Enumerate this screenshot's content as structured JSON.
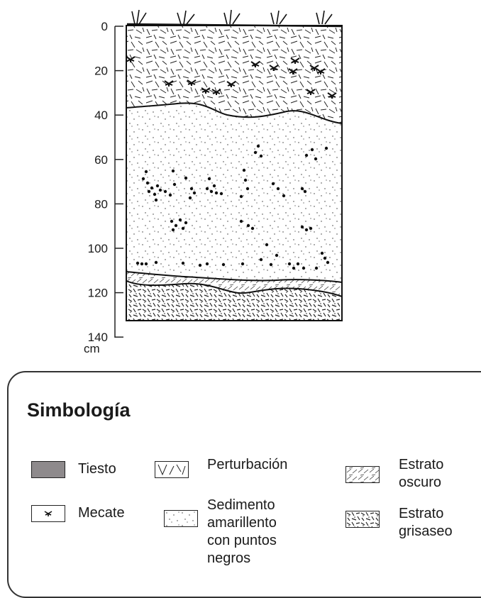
{
  "axis": {
    "ticks": [
      "0",
      "20",
      "40",
      "60",
      "80",
      "100",
      "120",
      "140"
    ],
    "unit": "cm"
  },
  "legend": {
    "title": "Simbología",
    "items": [
      {
        "key": "tiesto",
        "label": "Tiesto",
        "swatch": "tiesto"
      },
      {
        "key": "mecate",
        "label": "Mecate",
        "swatch": "mecate"
      },
      {
        "key": "perturbacion",
        "label": "Perturbación",
        "swatch": "perturbacion"
      },
      {
        "key": "sedimento",
        "label": "Sedimento amarillento con puntos negros",
        "lines": [
          "Sedimento",
          "amarillento",
          "con puntos",
          "negros"
        ],
        "swatch": "sedimento"
      },
      {
        "key": "oscuro",
        "label": "Estrato oscuro",
        "lines": [
          "Estrato",
          "oscuro"
        ],
        "swatch": "oscuro"
      },
      {
        "key": "grisaseo",
        "label": "Estrato grisaseo",
        "lines": [
          "Estrato",
          "grisaseo"
        ],
        "swatch": "grisaseo"
      }
    ]
  },
  "colors": {
    "ink": "#1a1a1a",
    "tiesto": "#8e8a8c"
  }
}
